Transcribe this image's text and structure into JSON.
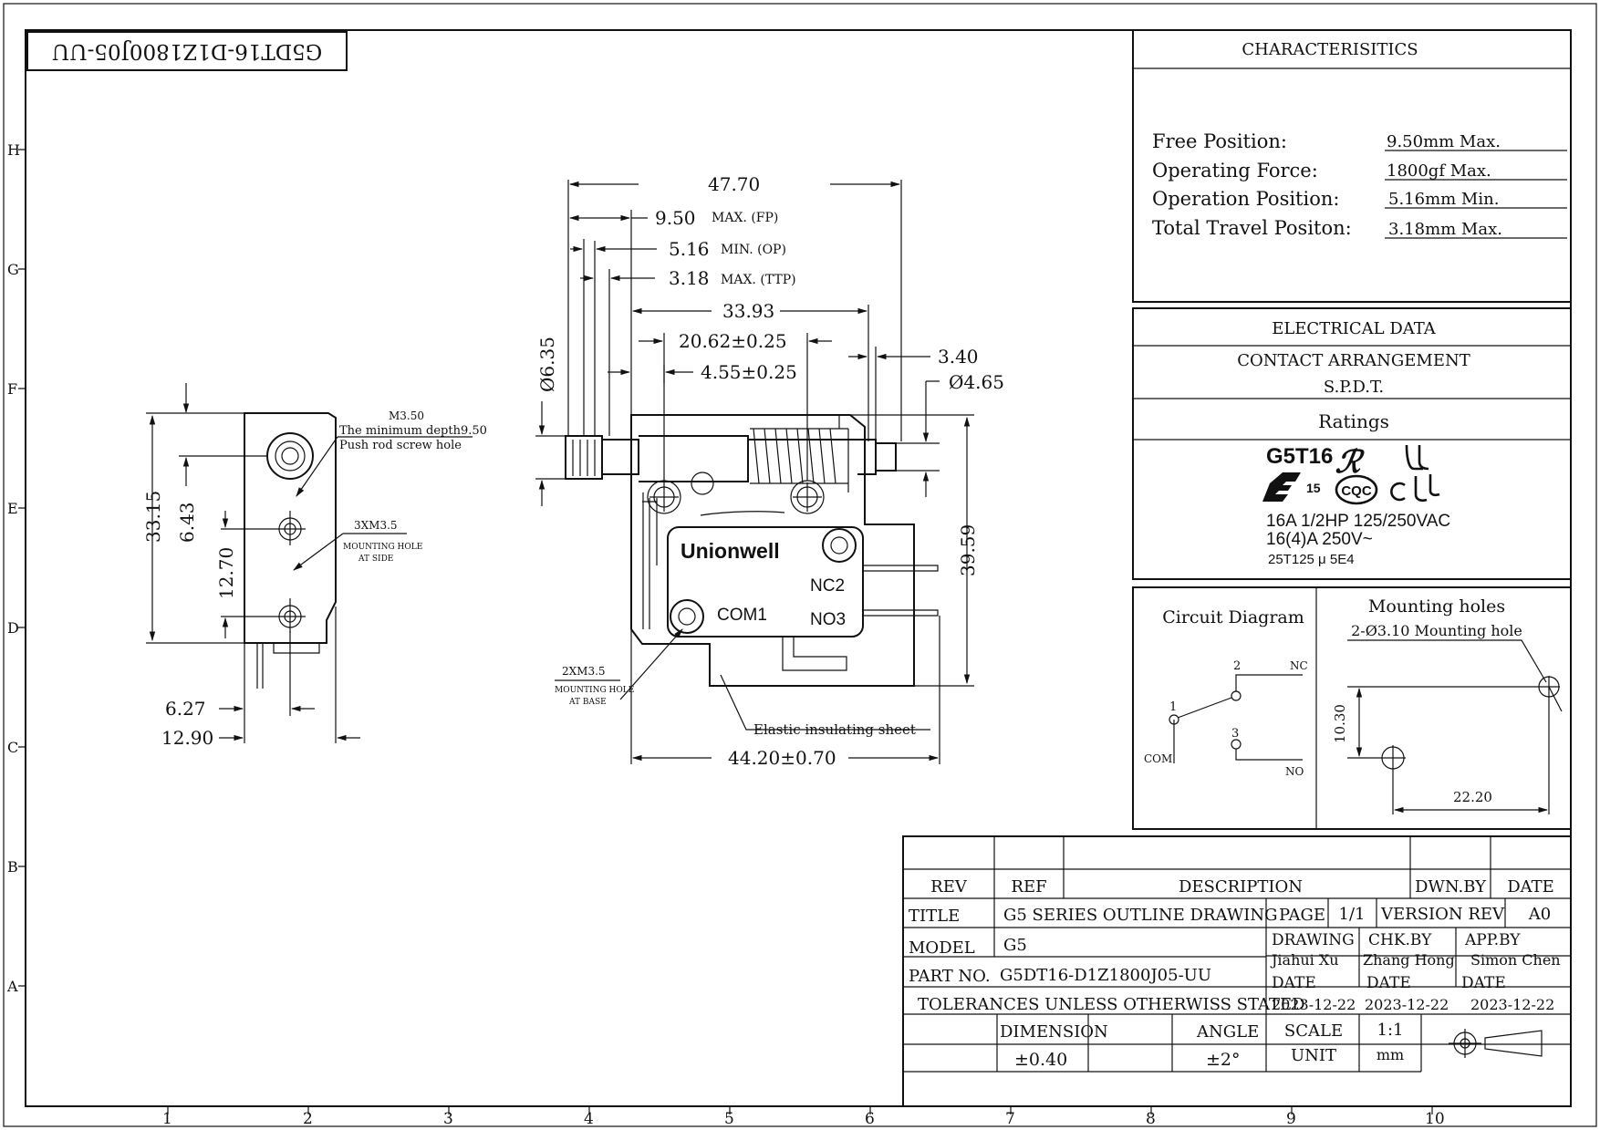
{
  "drawing_id_mirrored": "G5DT16-D1Z1800J05-UU",
  "border": {
    "rows": [
      "H",
      "G",
      "F",
      "E",
      "D",
      "C",
      "B",
      "A"
    ],
    "cols": [
      "1",
      "2",
      "3",
      "4",
      "5",
      "6",
      "7",
      "8",
      "9",
      "10"
    ]
  },
  "characteristics": {
    "title": "CHARACTERISITICS",
    "rows": [
      {
        "label": "Free Position:",
        "value": "9.50mm Max."
      },
      {
        "label": "Operating Force:",
        "value": "1800gf Max."
      },
      {
        "label": "Operation Position:",
        "value": "5.16mm Min."
      },
      {
        "label": "Total Travel Positon:",
        "value": "3.18mm Max."
      }
    ]
  },
  "electrical": {
    "title": "ELECTRICAL DATA",
    "contact_title": "CONTACT ARRANGEMENT",
    "contact_value": "S.P.D.T.",
    "ratings_title": "Ratings",
    "model": "G5T16",
    "enec_num": "15",
    "cqc": "CQC",
    "line1": "16A 1/2HP 125/250VAC",
    "line2": "16(4)A  250V~",
    "line3": "25T125 μ  5E4"
  },
  "circuit": {
    "title": "Circuit Diagram",
    "t1": "1",
    "t2": "2",
    "t3": "3",
    "com": "COM",
    "nc": "NC",
    "no": "NO"
  },
  "mounting": {
    "title": "Mounting holes",
    "subtitle": "2-Ø3.10 Mounting hole",
    "dim_v": "10.30",
    "dim_h": "22.20"
  },
  "side_view": {
    "m350": "M3.50",
    "depth": "The minimum depth9.50",
    "push": "Push rod screw hole",
    "holes": "3XM3.5",
    "mh1": "MOUNTING HOLE",
    "mh2": "AT SIDE",
    "d3315": "33.15",
    "d643": "6.43",
    "d1270": "12.70",
    "d627": "6.27",
    "d1290": "12.90"
  },
  "front_view": {
    "d4770": "47.70",
    "d950": "9.50",
    "fp": "MAX. (FP)",
    "d516": "5.16",
    "op": "MIN. (OP)",
    "d318": "3.18",
    "ttp": "MAX. (TTP)",
    "d3393": "33.93",
    "d2062": "20.62±0.25",
    "d455": "4.55±0.25",
    "d340": "3.40",
    "d465": "Ø4.65",
    "d635": "Ø6.35",
    "d3959": "39.59",
    "d4420": "44.20±0.70",
    "brand": "Unionwell",
    "nc2": "NC2",
    "no3": "NO3",
    "com1": "COM1",
    "base1": "2XM3.5",
    "base2": "MOUNTING HOLE",
    "base3": "AT BASE",
    "sheet": "Elastic insulating sheet"
  },
  "title_block": {
    "rev": "REV",
    "ref": "REF",
    "description": "DESCRIPTION",
    "dwn": "DWN.BY",
    "date": "DATE",
    "title_l": "TITLE",
    "title_v": "G5 SERIES OUTLINE DRAWING",
    "page_l": "PAGE",
    "page_v": "1/1",
    "version_l": "VERSION REV",
    "version_v": "A0",
    "model_l": "MODEL",
    "model_v": "G5",
    "drawing_l": "DRAWING",
    "drawing_v": "Jiahui Xu",
    "chk_l": "CHK.BY",
    "chk_v": "Zhang Hong",
    "app_l": "APP.BY",
    "app_v": "Simon Chen",
    "part_l": "PART NO.",
    "part_v": "G5DT16-D1Z1800J05-UU",
    "date_l": "DATE",
    "date_v": "2023-12-22",
    "tol": "TOLERANCES UNLESS OTHERWISS STATED",
    "dimension_l": "DIMENSION",
    "dimension_v": "±0.40",
    "angle_l": "ANGLE",
    "angle_v": "±2°",
    "scale_l": "SCALE",
    "scale_v": "1:1",
    "unit_l": "UNIT",
    "unit_v": "mm"
  }
}
